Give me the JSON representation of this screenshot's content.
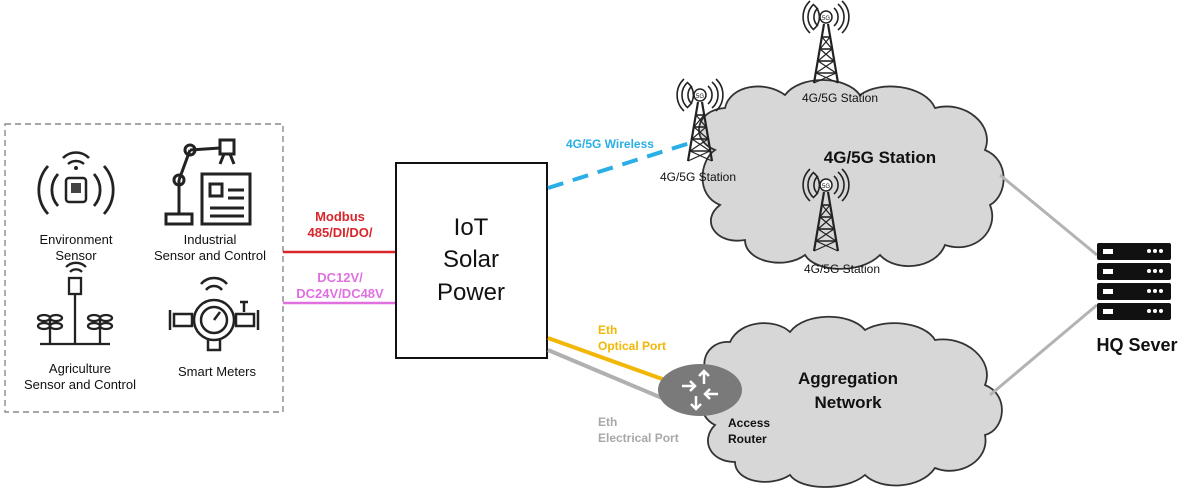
{
  "devices": {
    "environment": {
      "line1": "Environment",
      "line2": "Sensor"
    },
    "industrial": {
      "line1": "Industrial",
      "line2": "Sensor and Control"
    },
    "agriculture": {
      "line1": "Agriculture",
      "line2": "Sensor and Control"
    },
    "smart_meters": {
      "label": "Smart Meters"
    }
  },
  "links": {
    "modbus": {
      "line1": "Modbus",
      "line2": "485/DI/DO/",
      "color": "#d9262b"
    },
    "dc_power": {
      "line1": "DC12V/",
      "line2": "DC24V/DC48V",
      "color": "#e070e0"
    },
    "wireless": {
      "label": "4G/5G Wireless",
      "color": "#29aee6"
    },
    "eth_optical": {
      "line1": "Eth",
      "line2": "Optical Port",
      "color": "#f2b705"
    },
    "eth_electrical": {
      "line1": "Eth",
      "line2": "Electrical Port",
      "color": "#b0b0b0"
    }
  },
  "iot_box": {
    "line1": "IoT",
    "line2": "Solar",
    "line3": "Power"
  },
  "cloud_4g5g": {
    "title": "4G/5G Station",
    "station_labels": [
      "4G/5G Station",
      "4G/5G Station",
      "4G/5G Station"
    ],
    "tower_badge": "5G"
  },
  "cloud_aggregation": {
    "line1": "Aggregation",
    "line2": "Network"
  },
  "access_router": {
    "line1": "Access",
    "line2": "Router"
  },
  "hq_server": {
    "label": "HQ Sever"
  }
}
